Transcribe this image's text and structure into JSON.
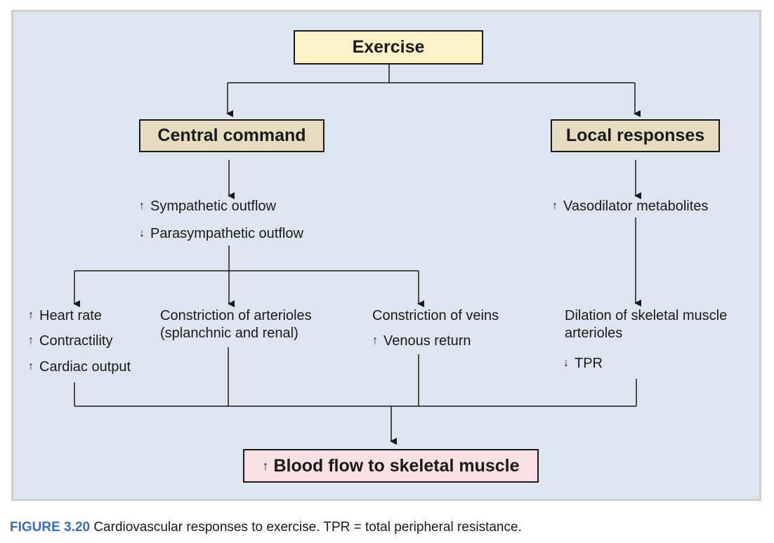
{
  "boxes": {
    "exercise": "Exercise",
    "central_command": "Central command",
    "local_responses": "Local responses",
    "blood_flow": "Blood flow to skeletal muscle"
  },
  "arrows": {
    "up": "↑",
    "down": "↓"
  },
  "central_effects": {
    "sympathetic": "Sympathetic outflow",
    "parasympathetic": "Parasympathetic outflow"
  },
  "local_effects": {
    "vasodilator": "Vasodilator metabolites"
  },
  "cardiac": {
    "heart_rate": "Heart rate",
    "contractility": "Contractility",
    "cardiac_output": "Cardiac output"
  },
  "arterioles": {
    "line1": "Constriction of arterioles",
    "line2": "(splanchnic and renal)"
  },
  "veins": {
    "line1": "Constriction of veins",
    "venous_return": "Venous return"
  },
  "dilation": {
    "line1": "Dilation of skeletal muscle",
    "line2": "arterioles",
    "tpr": "TPR"
  },
  "caption": {
    "label": "FIGURE 3.20",
    "text": "Cardiovascular responses to exercise. TPR = total peripheral resistance."
  }
}
